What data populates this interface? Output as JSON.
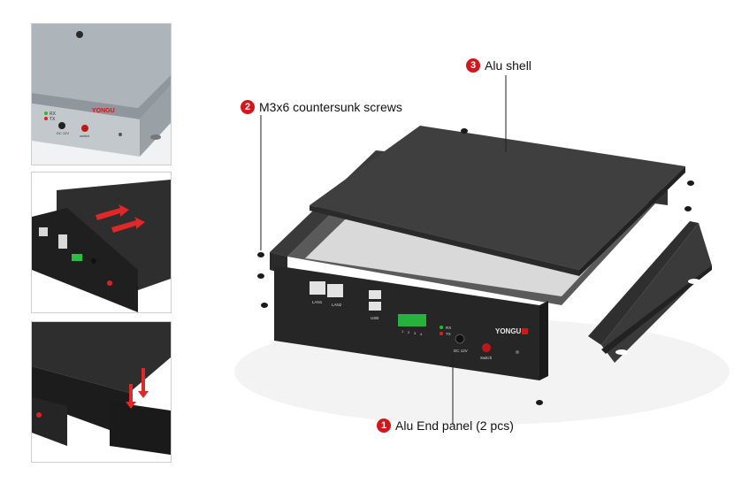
{
  "product": {
    "brand": "YONGU",
    "brand_mark": "Y"
  },
  "thumbnails": [
    {
      "panel_labels": {
        "rx": "RX",
        "tx": "TX",
        "dc": "DC 12V",
        "switch": "switch"
      }
    },
    {
      "arrows": "slide"
    },
    {
      "arrows": "vertical"
    }
  ],
  "panel": {
    "lan1": "LAN1",
    "lan2": "LAN2",
    "usb": "USB",
    "terminals": [
      "1",
      "2",
      "3",
      "4"
    ],
    "rx": "RX",
    "tx": "TX",
    "dc": "DC 12V",
    "switch": "Switch"
  },
  "callouts": [
    {
      "number": "1",
      "text": "Alu End panel (2 pcs)"
    },
    {
      "number": "2",
      "text": "M3x6 countersunk screws"
    },
    {
      "number": "3",
      "text": "Alu shell"
    }
  ],
  "colors": {
    "badge": "#d4151a",
    "metal": "#2b2b2b",
    "silver": "#b8bfc4",
    "led_green": "#22c022",
    "led_red": "#e02020"
  }
}
